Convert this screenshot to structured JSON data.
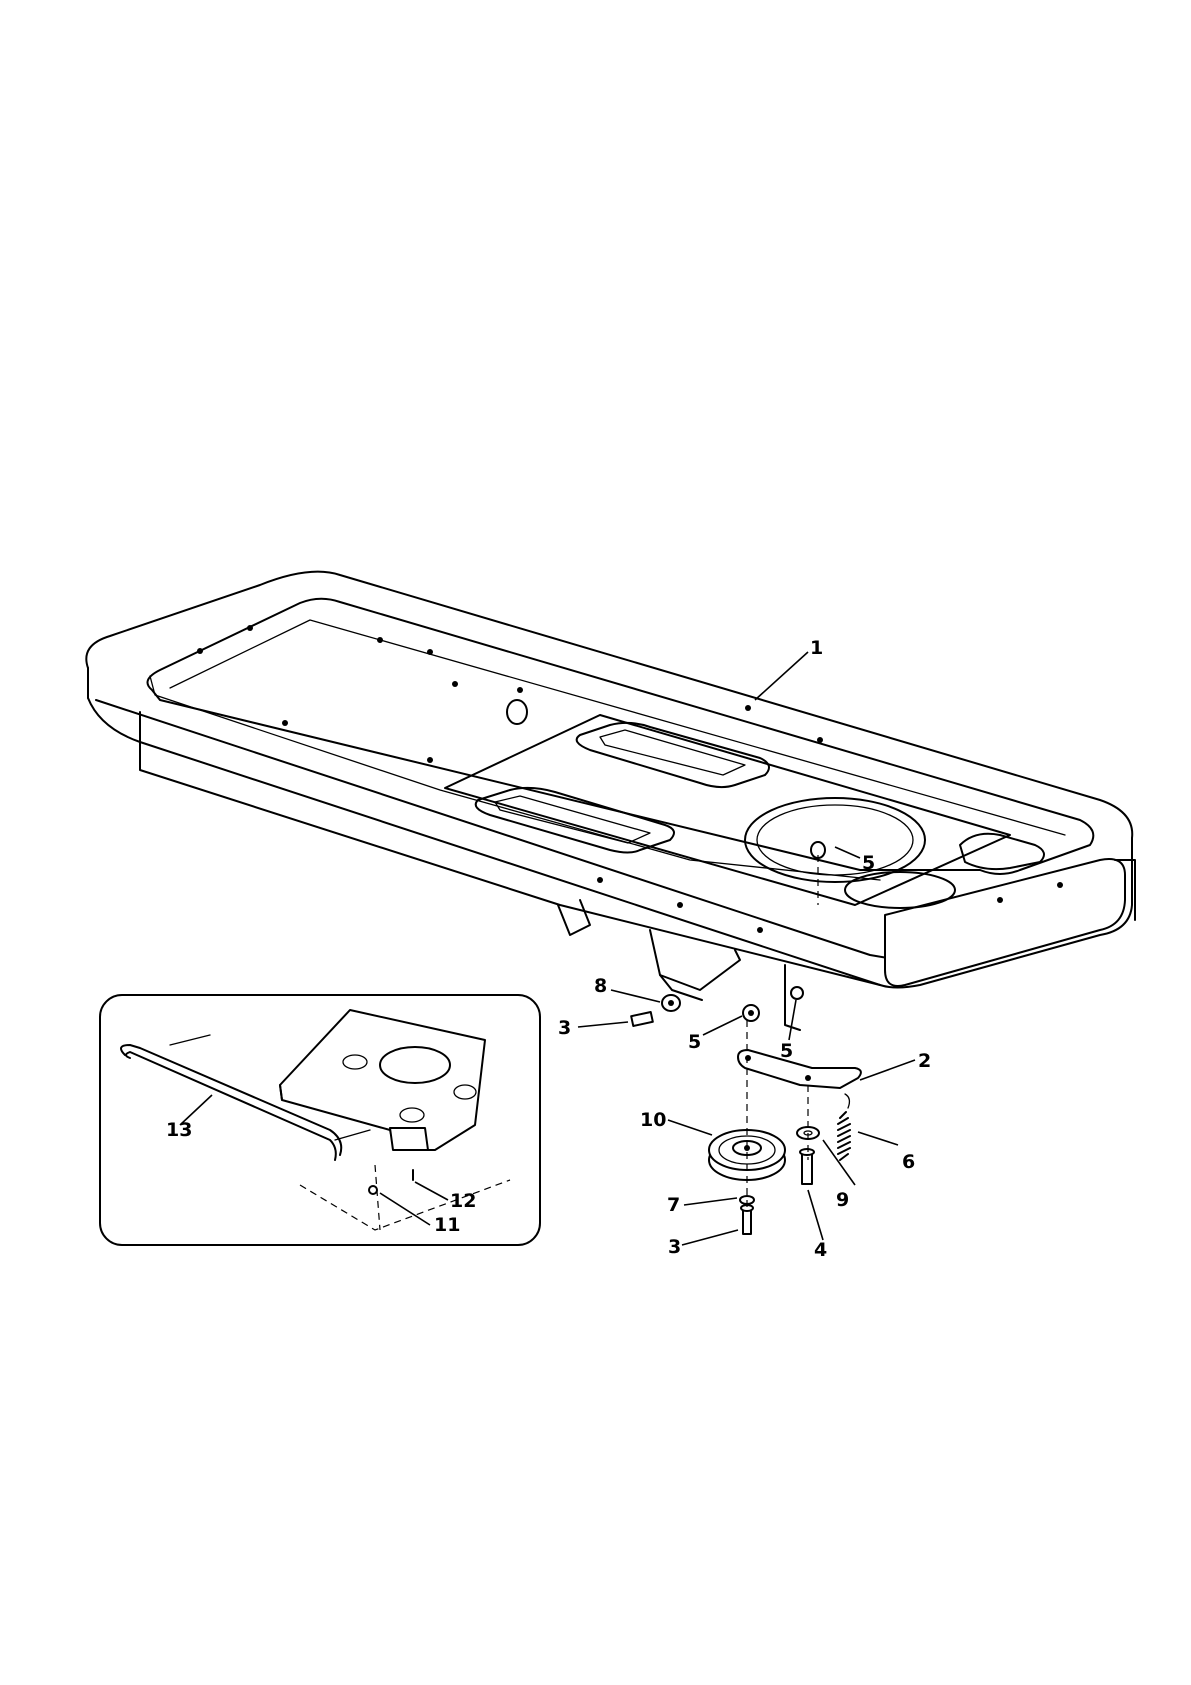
{
  "callouts": {
    "c1": "1",
    "c2": "2",
    "c3a": "3",
    "c3b": "3",
    "c4": "4",
    "c5a": "5",
    "c5b": "5",
    "c5c": "5",
    "c6": "6",
    "c7": "7",
    "c8": "8",
    "c9": "9",
    "c10": "10",
    "c11": "11",
    "c12": "12",
    "c13": "13"
  },
  "colors": {
    "ink": "#000000",
    "paper": "#ffffff"
  }
}
